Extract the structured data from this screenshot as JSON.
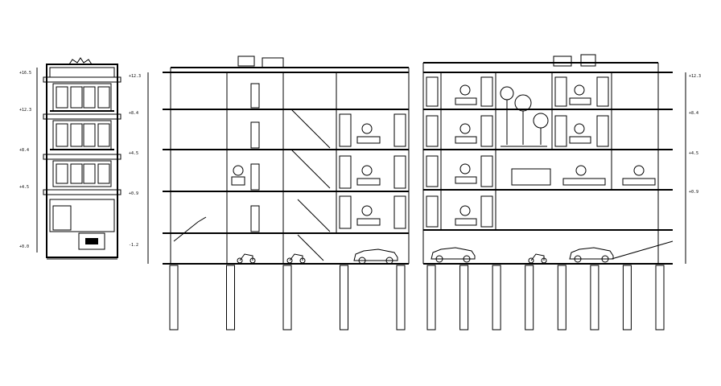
{
  "colors": {
    "line": "#000000",
    "background": "#ffffff"
  },
  "drawing": {
    "front_elevation": {
      "level_labels": [
        "+16.5",
        "+12.3",
        "+8.4",
        "+4.5",
        "+0.0"
      ],
      "floors": 4
    },
    "section_left": {
      "level_labels": [
        "+12.3",
        "+8.4",
        "+4.5",
        "+0.9",
        "-1.2"
      ],
      "piles": 5,
      "vehicles": [
        "motorbike",
        "motorbike",
        "car"
      ]
    },
    "section_right": {
      "level_labels": [
        "+12.3",
        "+8.4",
        "+4.5",
        "+0.9"
      ],
      "piles": 8,
      "vehicles": [
        "car",
        "motorbike",
        "car"
      ]
    }
  }
}
